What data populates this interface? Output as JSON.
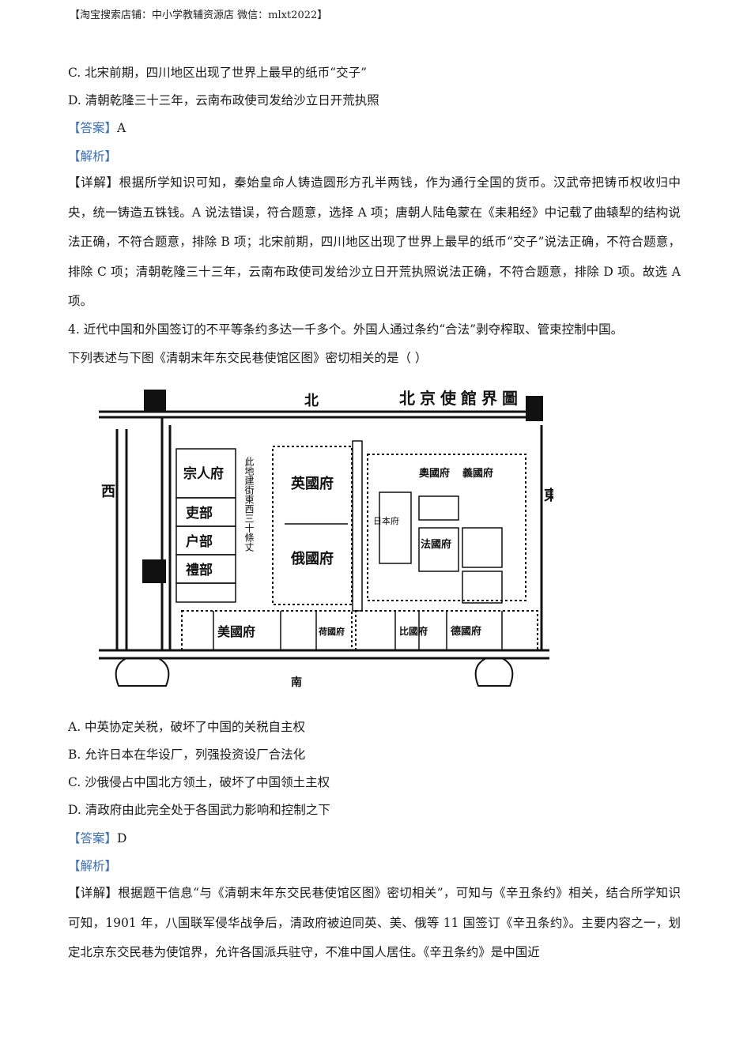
{
  "header": "【淘宝搜索店铺：中小学教辅资源店  微信：mlxt2022】",
  "prev": {
    "option_c": "C. 北宋前期，四川地区出现了世界上最早的纸币“交子”",
    "option_d": "D. 清朝乾隆三十三年，云南布政使司发给沙立日开荒执照",
    "answer_tag": "【答案】",
    "answer": "A",
    "analysis_tag": "【解析】",
    "detail_tag": "【详解】",
    "detail": "根据所学知识可知，秦始皇命人铸造圆形方孔半两钱，作为通行全国的货币。汉武帝把铸币权收归中央，统一铸造五铢钱。A 说法错误，符合题意，选择 A 项；唐朝人陆龟蒙在《耒耜经》中记载了曲辕犁的结构说法正确，不符合题意，排除 B 项；北宋前期，四川地区出现了世界上最早的纸币“交子”说法正确，不符合题意，排除 C 项；清朝乾隆三十三年，云南布政使司发给沙立日开荒执照说法正确，不符合题意，排除 D 项。故选 A 项。"
  },
  "q4": {
    "stem1": "4. 近代中国和外国签订的不平等条约多达一千多个。外国人通过条约“合法”剥夺榨取、管束控制中国。",
    "stem2": "下列表述与下图《清朝末年东交民巷使馆区图》密切相关的是（      ）",
    "map": {
      "title": "北京使館界圖",
      "north": "北",
      "west": "西",
      "east": "東",
      "south": "南",
      "labels": {
        "zongrenfu": "宗人府",
        "libu": "吏部",
        "hubu": "户部",
        "libu2": "禮部",
        "yingguofu": "英國府",
        "eguofu": "俄國府",
        "meiguofu": "美國府",
        "riben": "日本府",
        "fa": "法國府",
        "de": "德國府",
        "ao": "奧國府",
        "yi": "義國府",
        "bi": "比國府",
        "he": "荷國府",
        "street": "此地建街東西三十條丈"
      }
    },
    "options": [
      "A. 中英协定关税，破坏了中国的关税自主权",
      "B. 允许日本在华设厂，列强投资设厂合法化",
      "C. 沙俄侵占中国北方领土，破坏了中国领土主权",
      "D. 清政府由此完全处于各国武力影响和控制之下"
    ],
    "answer_tag": "【答案】",
    "answer": "D",
    "analysis_tag": "【解析】",
    "detail_tag": "【详解】",
    "detail": "根据题干信息“与《清朝末年东交民巷使馆区图》密切相关”，可知与《辛丑条约》相关，结合所学知识可知，1901 年，八国联军侵华战争后，清政府被迫同英、美、俄等 11 国签订《辛丑条约》。主要内容之一，划定北京东交民巷为使馆界，允许各国派兵驻守，不准中国人居住。《辛丑条约》是中国近"
  }
}
